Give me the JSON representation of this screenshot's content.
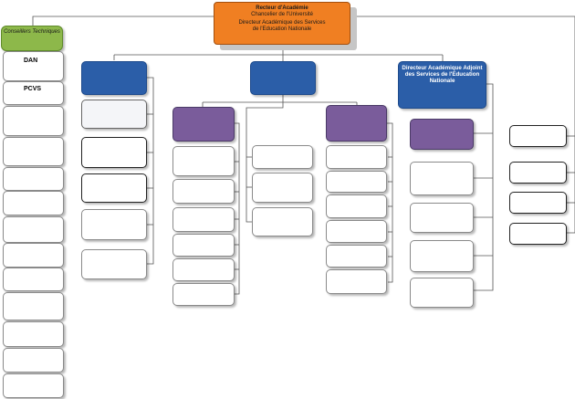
{
  "top_box": {
    "title": "Recteur d'Académie",
    "line1": "Chancelier de l'Université",
    "line2": "Directeur Académique des Services",
    "line3": "de l'Education Nationale"
  },
  "left_column": {
    "header": "Conseillers Techniques",
    "items": [
      "DAN",
      "PCVS"
    ]
  },
  "dasen_box": {
    "label": "Directeur Académique Adjoint des Services de l'Education Nationale"
  },
  "colors": {
    "orange": "#f07f22",
    "blue": "#2b5ea8",
    "purple": "#7a5c9b",
    "green": "#8db84a"
  }
}
